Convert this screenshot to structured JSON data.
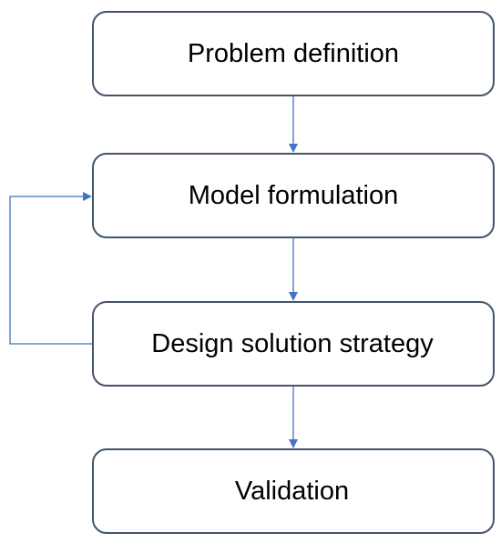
{
  "diagram": {
    "steps": [
      {
        "label": "Problem definition"
      },
      {
        "label": "Model formulation"
      },
      {
        "label": "Design solution strategy"
      },
      {
        "label": "Validation"
      }
    ],
    "connector_color": "#4472c4",
    "box_border_color": "#44546a"
  }
}
